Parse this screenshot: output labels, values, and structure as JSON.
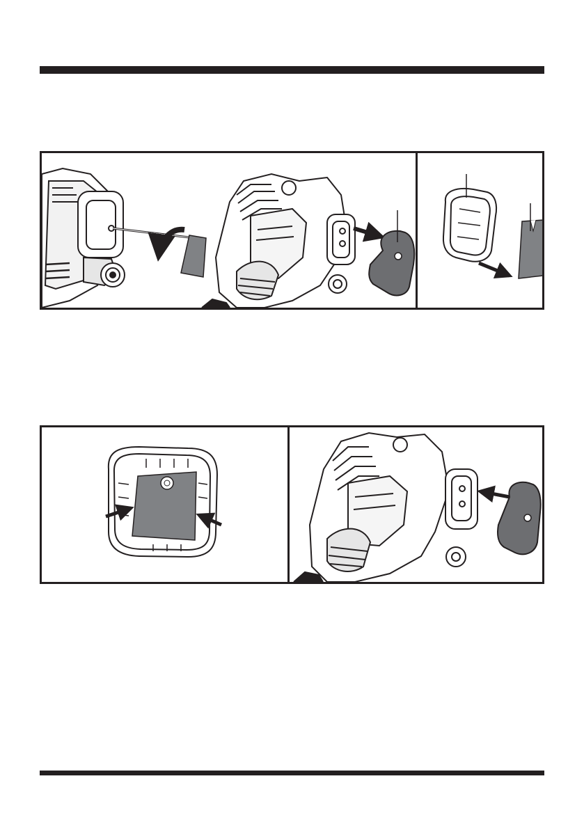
{
  "page": {
    "background": "#ffffff",
    "rule_color": "#231f20"
  },
  "figures": [
    {
      "id": "figure-1",
      "panels": [
        "air-filter-cover-removal",
        "filter-element-removal"
      ],
      "icons": [
        "engine-housing-icon",
        "screwdriver-icon",
        "rotation-arrow-icon",
        "air-filter-cover-icon",
        "filter-element-icon",
        "direction-arrow-icon"
      ]
    },
    {
      "id": "figure-2",
      "panels": [
        "filter-element-installation",
        "air-filter-cover-installation"
      ],
      "icons": [
        "filter-element-icon",
        "air-filter-cover-icon",
        "engine-housing-icon",
        "direction-arrow-icon"
      ]
    }
  ],
  "colors": {
    "line": "#231f20",
    "filter_gray": "#808285",
    "cover_gray": "#6d6e71"
  }
}
